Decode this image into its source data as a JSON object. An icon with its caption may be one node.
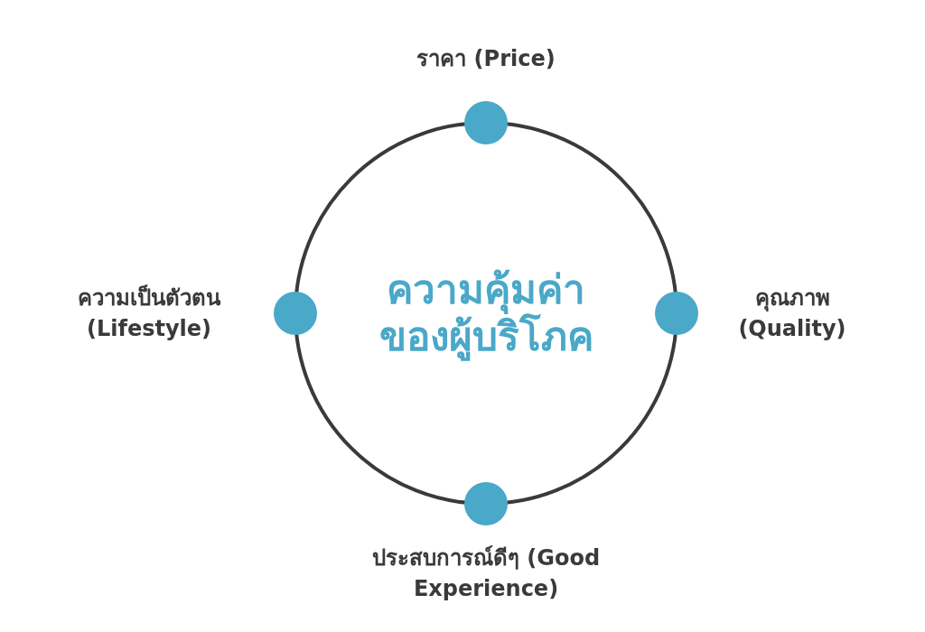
{
  "diagram": {
    "nodes": [
      {
        "text": [
          "ความคุ้มค่าของผู้บริโภค"
        ]
      },
      {
        "text": [],
        "shape": "circle",
        "beside": [
          "ราคา (Price)"
        ]
      },
      {
        "text": [],
        "shape": "circle",
        "beside": [
          "คุณภาพ (Quality)"
        ]
      },
      {
        "text": [],
        "shape": "circle",
        "beside": [
          "ความเป็นตัวตน (Lifestyle)"
        ]
      },
      {
        "text": [],
        "shape": "circle",
        "beside": [
          "ประสบการณ์ดีๆ (Good Experience)"
        ]
      }
    ]
  }
}
